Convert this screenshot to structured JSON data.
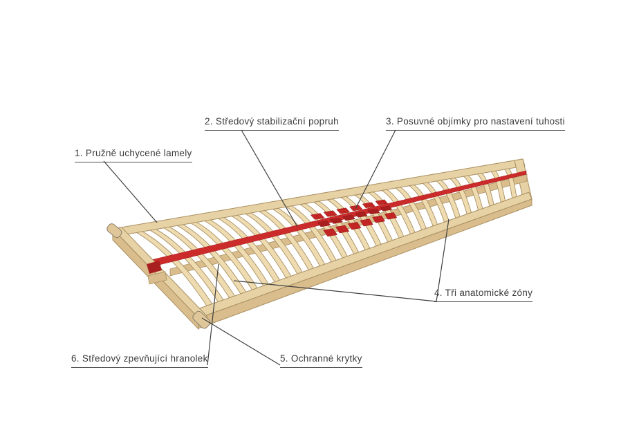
{
  "diagram": {
    "type": "annotated-product-diagram",
    "subject": "Lamelový rošt (slatted bed base) with numbered feature callouts",
    "labels": {
      "l1": "1. Pružně uchycené lamely",
      "l2": "2. Středový stabilizační popruh",
      "l3": "3. Posuvné objímky pro nastavení tuhosti",
      "l4": "4. Tři anatomické zóny",
      "l5": "5. Ochranné krytky",
      "l6": "6. Středový zpevňující hranolek"
    },
    "colors": {
      "background": "#ffffff",
      "wood_light": "#eedbb0",
      "wood_mid": "#e6d2a4",
      "wood_dark": "#d9bd8c",
      "wood_outline": "#a98f62",
      "strap_red": "#cc2b2b",
      "strap_dark": "#a81f1f",
      "clamp_red": "#c32424",
      "leader_line": "#3f3f3f",
      "text": "#3a3a3a"
    }
  }
}
